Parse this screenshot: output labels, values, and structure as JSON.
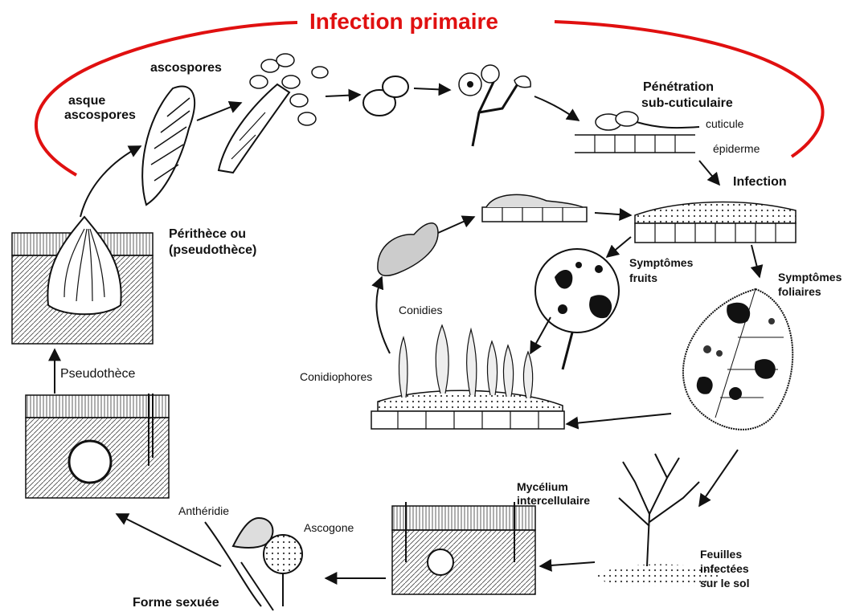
{
  "title": "Infection primaire",
  "labels": {
    "ascospores": "ascospores",
    "asque_l1": "asque",
    "asque_l2": "ascospores",
    "penetration_l1": "Pénétration",
    "penetration_l2": "sub-cuticulaire",
    "cuticule": "cuticule",
    "epiderme": "épiderme",
    "infection": "Infection",
    "perithece_l1": "Périthèce ou",
    "perithece_l2": "(pseudothèce)",
    "symptomes_fruits_l1": "Symptômes",
    "symptomes_fruits_l2": "fruits",
    "symptomes_foliaires_l1": "Symptômes",
    "symptomes_foliaires_l2": "foliaires",
    "conidies": "Conidies",
    "conidiophores": "Conidiophores",
    "pseudothece": "Pseudothèce",
    "mycelium_l1": "Mycélium",
    "mycelium_l2": "intercellulaire",
    "antheridie": "Anthéridie",
    "ascogone": "Ascogone",
    "feuilles_l1": "Feuilles",
    "feuilles_l2": "infectées",
    "feuilles_l3": "sur le sol",
    "forme_sexuee": "Forme sexuée"
  },
  "colors": {
    "accent": "#e01010",
    "ink": "#111111"
  }
}
